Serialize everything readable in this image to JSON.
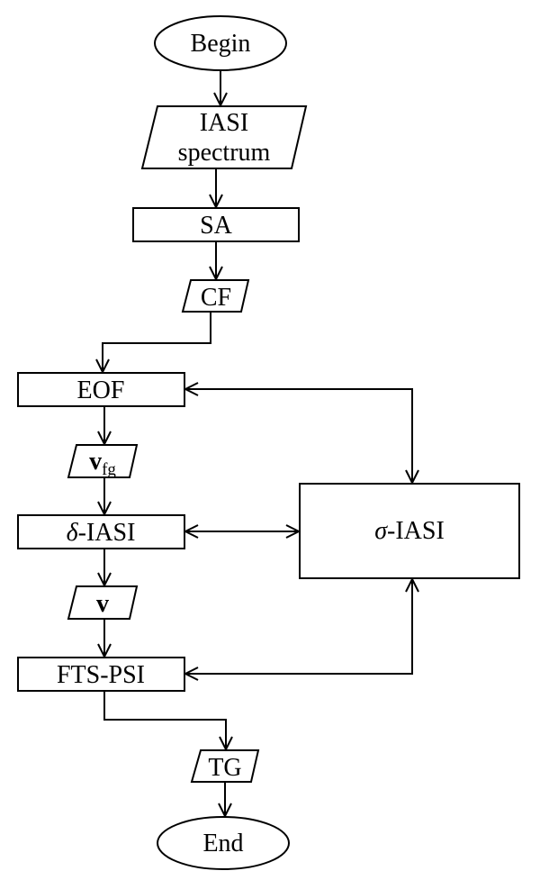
{
  "diagram": {
    "nodes": {
      "begin": "Begin",
      "iasi_line1": "IASI",
      "iasi_line2": "spectrum",
      "sa": "SA",
      "cf": "CF",
      "eof": "EOF",
      "vfg_main": "v",
      "vfg_sub": "fg",
      "delta_symbol": "δ",
      "delta_rest": "-IASI",
      "v": "v",
      "fts_psi": "FTS-PSI",
      "sigma_symbol": "σ",
      "sigma_rest": "-IASI",
      "tg": "TG",
      "end": "End"
    }
  }
}
